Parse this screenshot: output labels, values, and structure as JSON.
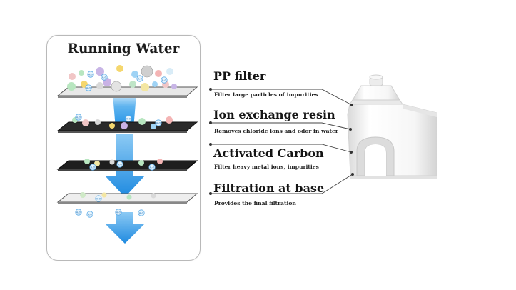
{
  "panel": {
    "title": "Running Water"
  },
  "molecule_label": "H₂O",
  "layers": [
    {
      "title": "PP filter",
      "description": "Filter large particles of impurities"
    },
    {
      "title": "Ion exchange resin",
      "description": "Removes chloride ions and odor in water"
    },
    {
      "title": "Activated Carbon",
      "description": "Filter heavy metal ions, impurities"
    },
    {
      "title": "Filtration at base",
      "description": "Provides the final filtration"
    }
  ],
  "colors": {
    "flow_arrow": "#1e90e6",
    "panel_border": "#b9b9b9",
    "leader_line": "#444444",
    "cartridge": "#f2f2f2"
  }
}
